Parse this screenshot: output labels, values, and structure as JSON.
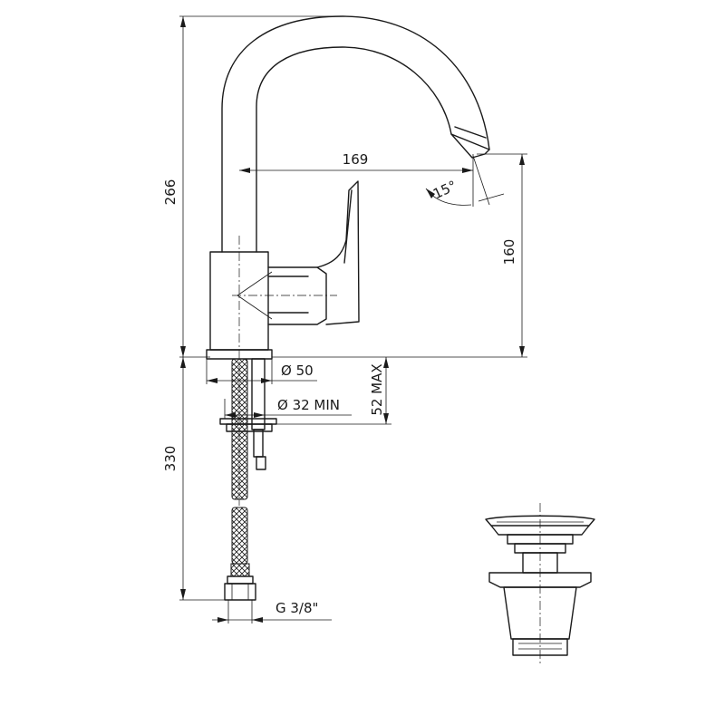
{
  "dimensions": {
    "total_height": "266",
    "spout_reach": "169",
    "spout_angle": "15°",
    "spout_height": "160",
    "base_diameter": "Ø 50",
    "hole_diameter": "Ø 32 MIN",
    "max_deck_thickness": "52 MAX",
    "hose_length": "330",
    "hose_thread": "G 3/8\""
  },
  "colors": {
    "line": "#1a1a1a",
    "background": "#ffffff"
  }
}
